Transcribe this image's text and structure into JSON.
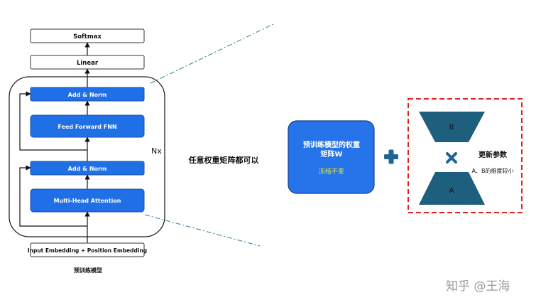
{
  "transformer": {
    "softmax": "Softmax",
    "linear": "Linear",
    "add_norm_top": "Add & Norm",
    "feed_forward": "Feed Forward FNN",
    "add_norm_bottom": "Add & Norm",
    "multi_head": "Multi-Head Attention",
    "input_embedding": "Input Embedding + Position Embedding",
    "nx": "Nx",
    "caption": "预训练模型"
  },
  "middle_note": "任意权重矩阵都可以",
  "pretrained_matrix": {
    "title_line1": "预训练模型的权重",
    "title_line2": "矩阵W",
    "frozen": "冻结不变"
  },
  "lora": {
    "label_b": "B",
    "label_a": "A",
    "update_params": "更新参数",
    "dim_note": "A、B的维度较小"
  },
  "watermark": "知乎 @王海",
  "colors": {
    "block_blue": "#1f6fe6",
    "pretrained_fill": "#2673ea",
    "frozen_text": "#e6f02a",
    "trapezoid": "#1f5f7e",
    "plus": "#1d6690",
    "dashed_border": "#e02020"
  }
}
